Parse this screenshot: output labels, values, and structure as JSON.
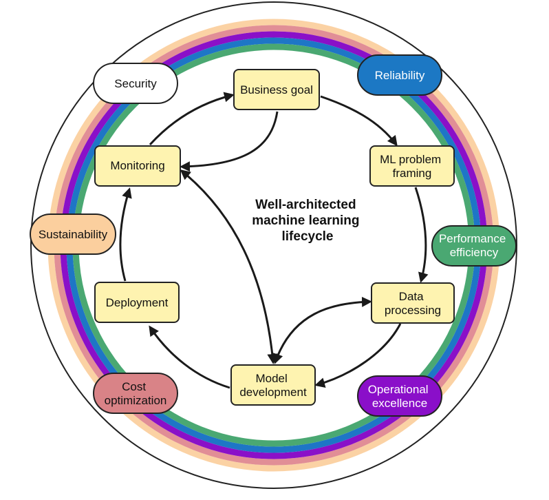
{
  "title_lines": [
    "Well-architected",
    "machine learning",
    "lifecycle"
  ],
  "stages": [
    {
      "id": "business-goal",
      "lines": [
        "Business goal"
      ]
    },
    {
      "id": "ml-problem-framing",
      "lines": [
        "ML problem",
        "framing"
      ]
    },
    {
      "id": "data-processing",
      "lines": [
        "Data",
        "processing"
      ]
    },
    {
      "id": "model-development",
      "lines": [
        "Model",
        "development"
      ]
    },
    {
      "id": "deployment",
      "lines": [
        "Deployment"
      ]
    },
    {
      "id": "monitoring",
      "lines": [
        "Monitoring"
      ]
    }
  ],
  "pillars": [
    {
      "id": "security",
      "lines": [
        "Security"
      ],
      "fill": "#ffffff",
      "text_color": "#111111"
    },
    {
      "id": "reliability",
      "lines": [
        "Reliability"
      ],
      "fill": "#1c78c4",
      "text_color": "#ffffff"
    },
    {
      "id": "performance-efficiency",
      "lines": [
        "Performance",
        "efficiency"
      ],
      "fill": "#4aa872",
      "text_color": "#ffffff"
    },
    {
      "id": "operational-excellence",
      "lines": [
        "Operational",
        "excellence"
      ],
      "fill": "#8a0fc9",
      "text_color": "#ffffff"
    },
    {
      "id": "cost-optimization",
      "lines": [
        "Cost",
        "optimization"
      ],
      "fill": "#d98387",
      "text_color": "#111111"
    },
    {
      "id": "sustainability",
      "lines": [
        "Sustainability"
      ],
      "fill": "#fbcf9e",
      "text_color": "#111111"
    }
  ],
  "ring_colors": [
    "#fbd2a4",
    "#e18e96",
    "#8a10c8",
    "#1e76c6",
    "#4aa872"
  ],
  "box_fill": "#fef3b0"
}
